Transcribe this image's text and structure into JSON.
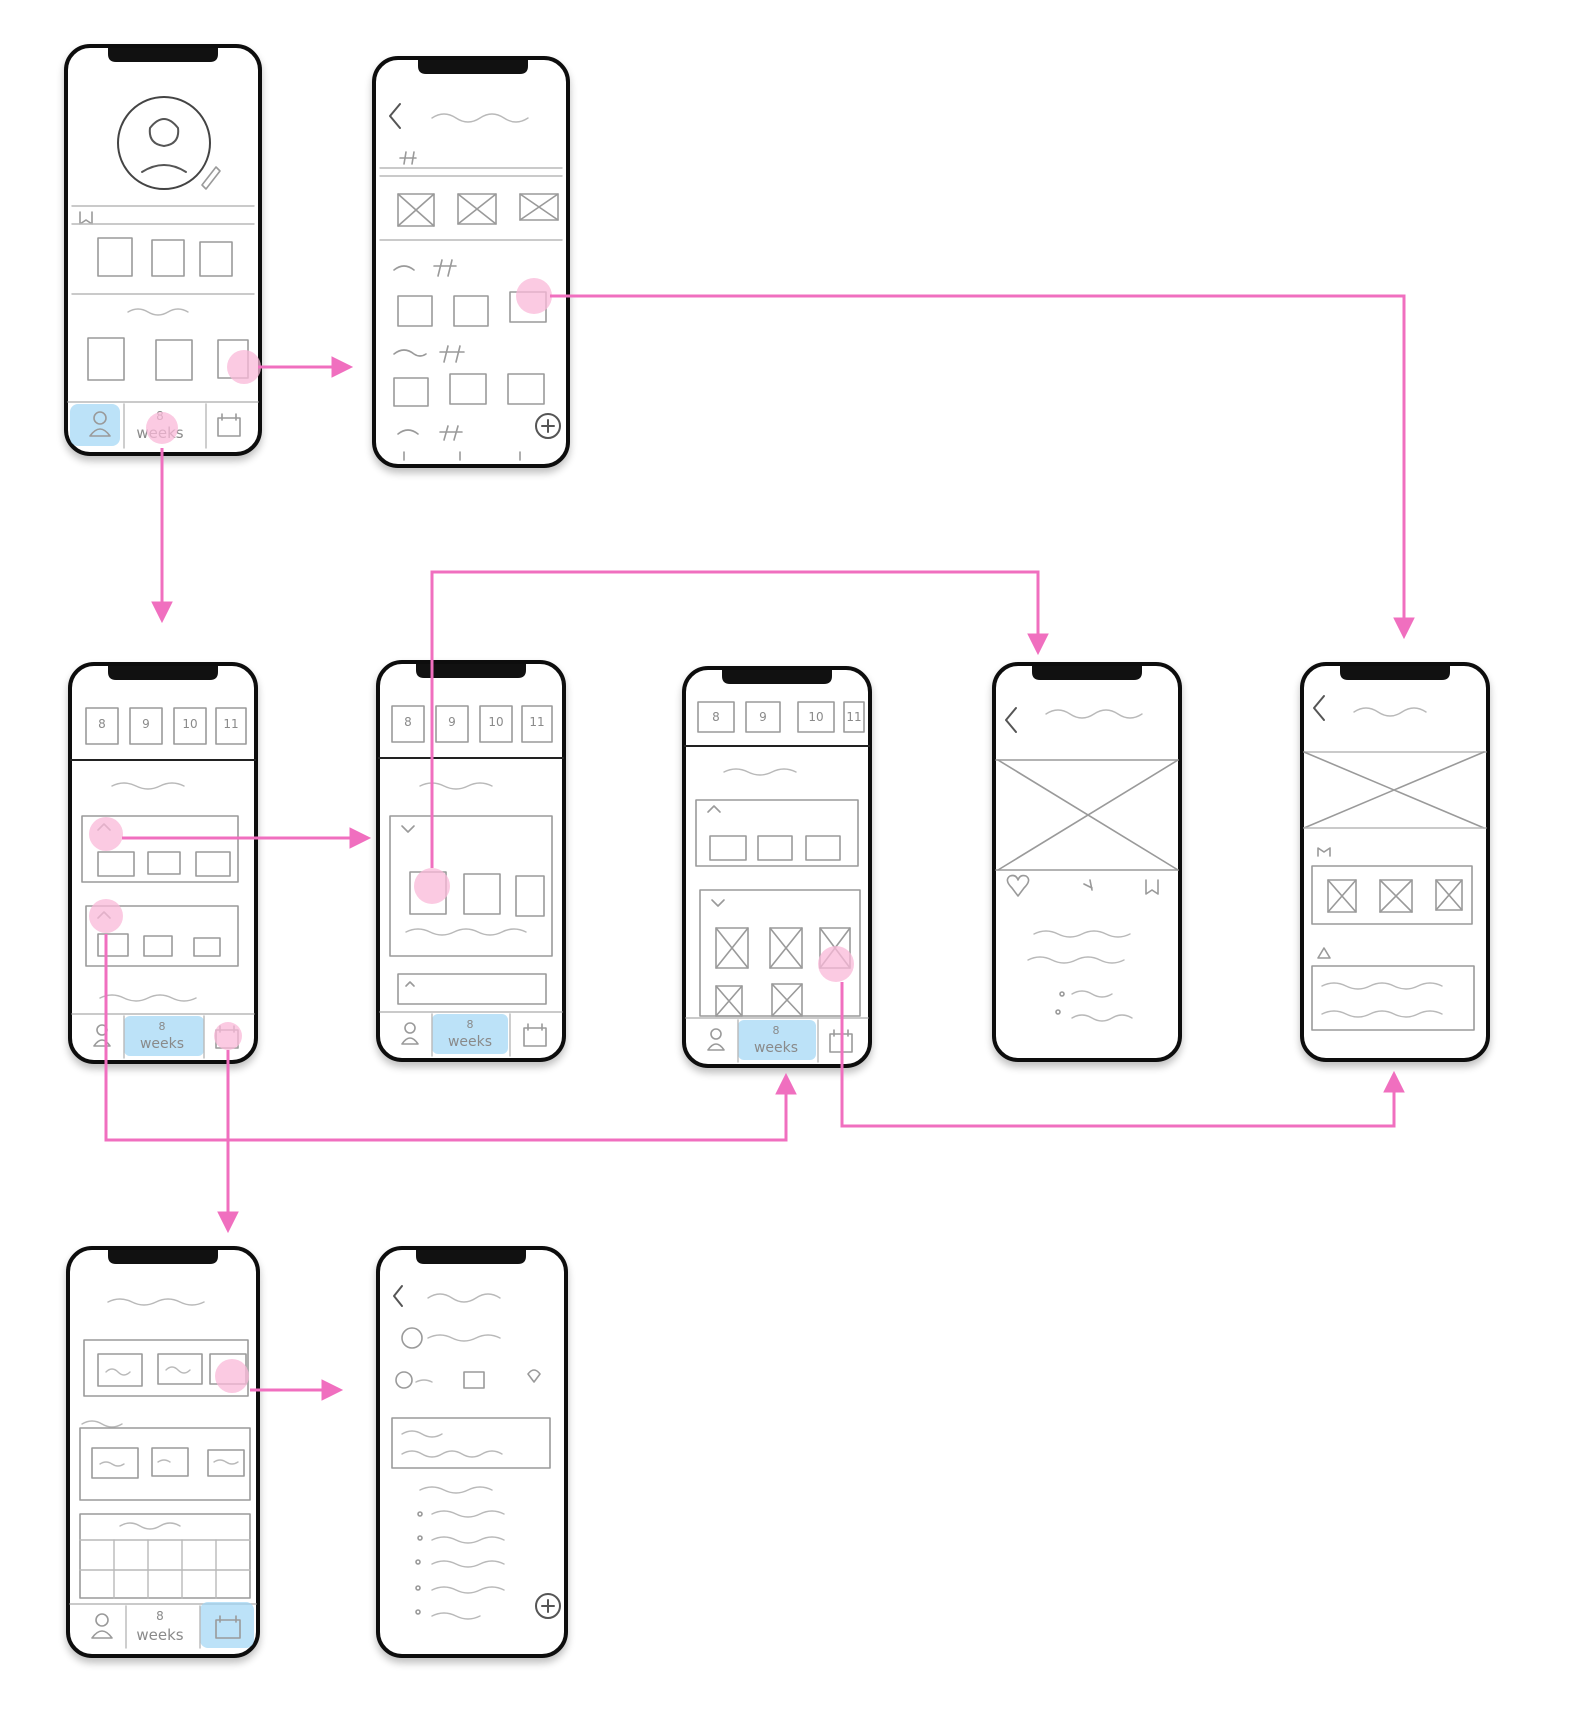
{
  "colors": {
    "flow": "#f06fbf",
    "tap": "#f9b8d8",
    "active_tab": "#9fd6f5",
    "sketch": "#9a9a9a",
    "frame": "#111111"
  },
  "tabs": {
    "weeks_number": "8",
    "weeks_label": "weeks"
  },
  "day_tiles": [
    "8",
    "9",
    "10",
    "11"
  ],
  "icons": [
    "profile-icon",
    "calendar-icon",
    "back-chevron-icon",
    "plus-icon",
    "heart-icon",
    "bookmark-icon",
    "pencil-icon",
    "hashtag-icon"
  ]
}
